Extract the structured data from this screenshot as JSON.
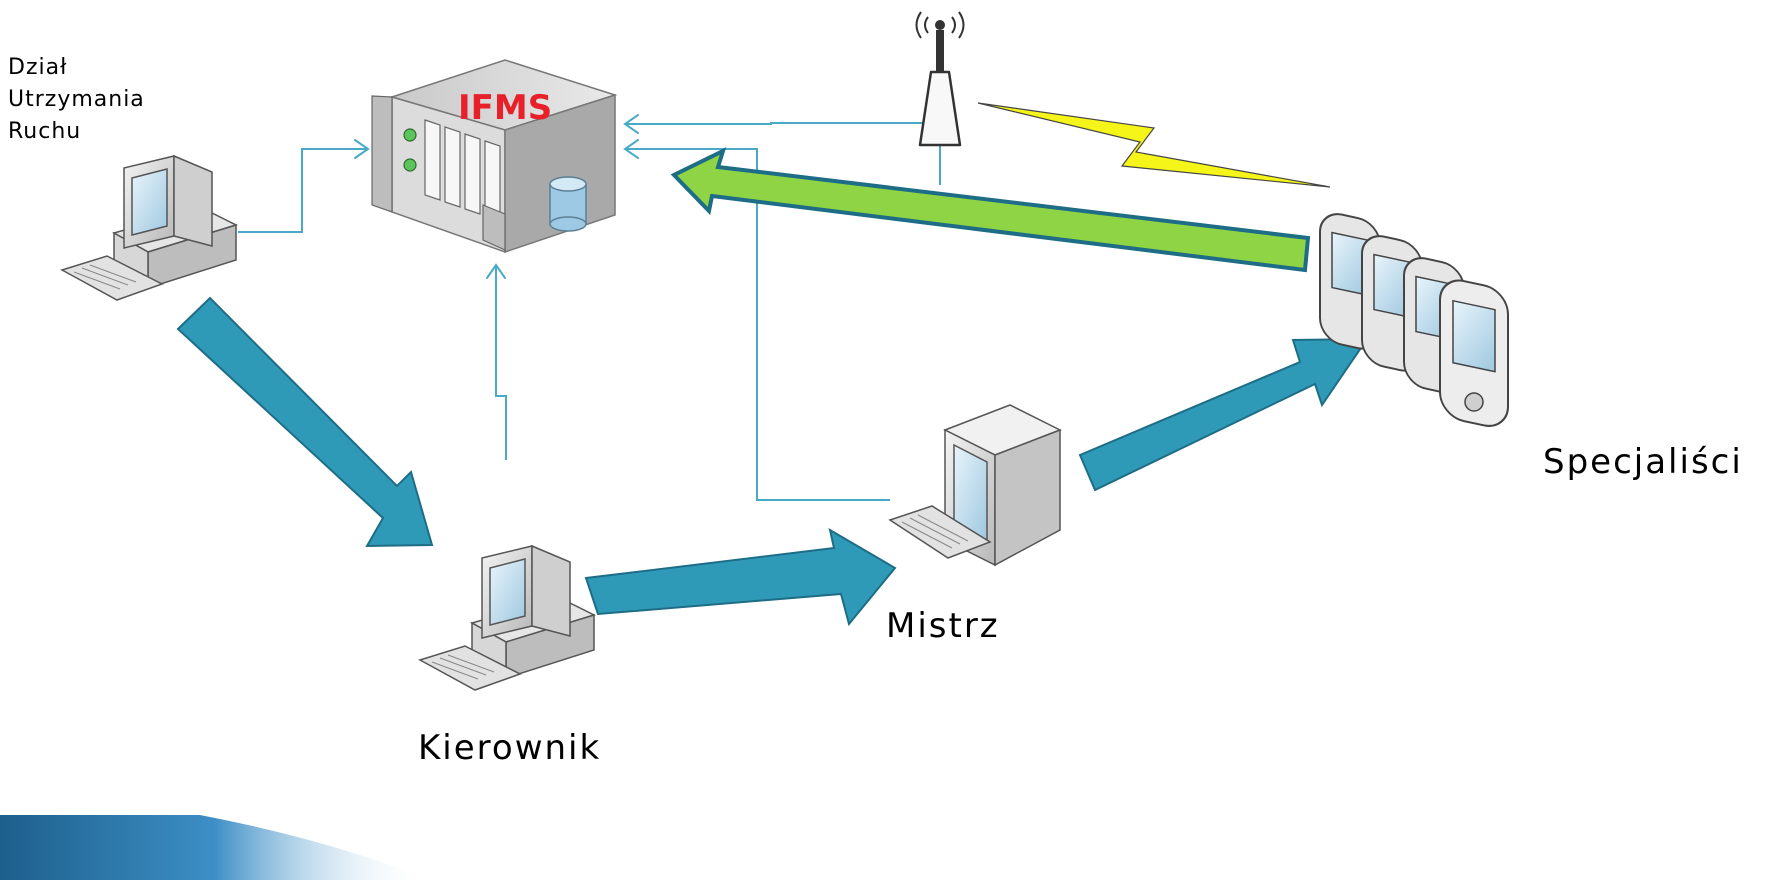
{
  "server": {
    "label": "IFMS",
    "label_color": "#e8202a"
  },
  "nodes": {
    "dzial": {
      "lines": [
        "Dział",
        "Utrzymania",
        "Ruchu"
      ]
    },
    "kierownik": {
      "label": "Kierownik"
    },
    "mistrz": {
      "label": "Mistrz"
    },
    "specjalisci": {
      "label": "Specjaliści"
    }
  },
  "colors": {
    "flow_arrow": "#2f9ab8",
    "feedback_arrow": "#8ed444",
    "connector": "#4aa9c7",
    "wireless_bolt": "#f5f51a"
  },
  "icons": {
    "workstation": "desktop-computer-icon",
    "server": "rack-server-icon",
    "antenna": "wireless-antenna-icon",
    "pda": "pda-device-icon"
  }
}
